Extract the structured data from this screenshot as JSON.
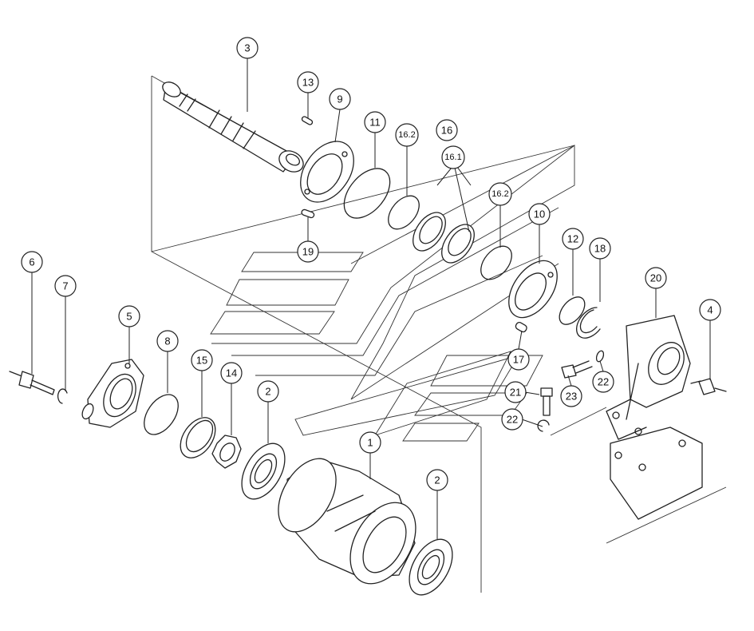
{
  "callouts": [
    {
      "id": "c1",
      "label": "1"
    },
    {
      "id": "c2a",
      "label": "2"
    },
    {
      "id": "c2b",
      "label": "2"
    },
    {
      "id": "c3",
      "label": "3"
    },
    {
      "id": "c4",
      "label": "4"
    },
    {
      "id": "c5",
      "label": "5"
    },
    {
      "id": "c6",
      "label": "6"
    },
    {
      "id": "c7",
      "label": "7"
    },
    {
      "id": "c8",
      "label": "8"
    },
    {
      "id": "c9",
      "label": "9"
    },
    {
      "id": "c10",
      "label": "10"
    },
    {
      "id": "c11",
      "label": "11"
    },
    {
      "id": "c12",
      "label": "12"
    },
    {
      "id": "c13",
      "label": "13"
    },
    {
      "id": "c14",
      "label": "14"
    },
    {
      "id": "c15",
      "label": "15"
    },
    {
      "id": "c16",
      "label": "16"
    },
    {
      "id": "c161",
      "label": "16.1"
    },
    {
      "id": "c162a",
      "label": "16.2"
    },
    {
      "id": "c162b",
      "label": "16.2"
    },
    {
      "id": "c17",
      "label": "17"
    },
    {
      "id": "c18",
      "label": "18"
    },
    {
      "id": "c19",
      "label": "19"
    },
    {
      "id": "c20",
      "label": "20"
    },
    {
      "id": "c21",
      "label": "21"
    },
    {
      "id": "c22a",
      "label": "22"
    },
    {
      "id": "c22b",
      "label": "22"
    },
    {
      "id": "c23",
      "label": "23"
    }
  ]
}
